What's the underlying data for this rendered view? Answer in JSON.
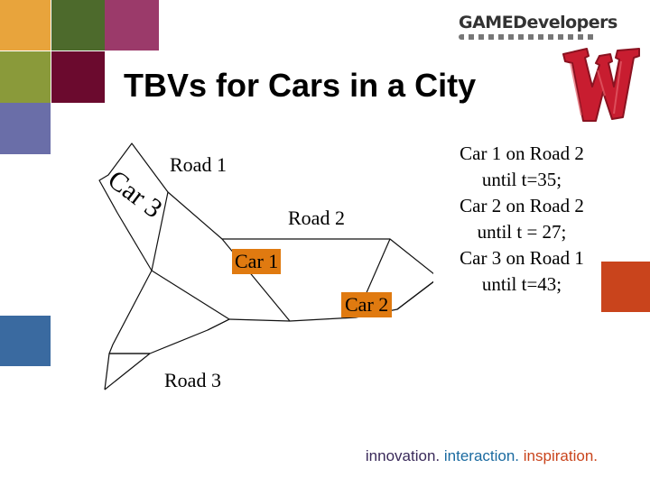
{
  "brand": {
    "logo_text": "GAMEDevelopers",
    "tagline": {
      "innovation": "innovation.",
      "interaction": "interaction.",
      "inspiration": "inspiration."
    }
  },
  "slide": {
    "title": "TBVs for Cars in a City"
  },
  "diagram": {
    "roads": {
      "road1": "Road 1",
      "road2": "Road 2",
      "road3": "Road 3"
    },
    "cars": {
      "car1": "Car 1",
      "car2": "Car 2",
      "car3": "Car 3"
    },
    "car_highlight_color": "#e07a10"
  },
  "schedule": [
    "Car 1 on Road 2",
    "until t=35;",
    "Car 2 on Road 2",
    "until t = 27;",
    "Car 3 on Road 1",
    "until t=43;"
  ],
  "colors": {
    "tiles": [
      "#e8a43c",
      "#4d6a2c",
      "#9b3a6a",
      "#8a9a3a",
      "#6b0a2e",
      "#6a6ea8",
      "#3a6aa0",
      "#c9441c"
    ],
    "w_logo_red": "#c81d30"
  }
}
